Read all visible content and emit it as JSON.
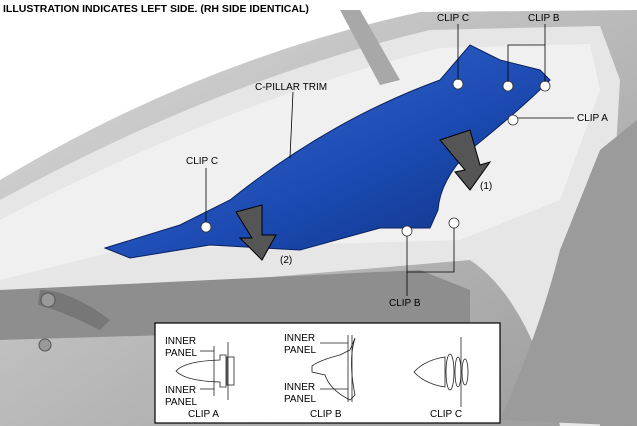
{
  "header": {
    "title": "ILLUSTRATION INDICATES LEFT SIDE. (RH SIDE IDENTICAL)"
  },
  "callouts": {
    "clip_c_top": "CLIP C",
    "clip_b_top": "CLIP B",
    "clip_a": "CLIP A",
    "step_1": "(1)",
    "c_pillar_trim": "C-PILLAR TRIM",
    "clip_c_left": "CLIP C",
    "step_2": "(2)",
    "clip_b_bottom": "CLIP B"
  },
  "inset": {
    "clip_a": {
      "upper": [
        "INNER",
        "PANEL"
      ],
      "lower": [
        "INNER",
        "PANEL"
      ],
      "caption": "CLIP A"
    },
    "clip_b": {
      "upper": [
        "INNER",
        "PANEL"
      ],
      "lower": [
        "INNER",
        "PANEL"
      ],
      "caption": "CLIP B"
    },
    "clip_c": {
      "caption": "CLIP C"
    }
  },
  "colors": {
    "trim": "#1d4fb8",
    "body": "#b9b9b9"
  }
}
